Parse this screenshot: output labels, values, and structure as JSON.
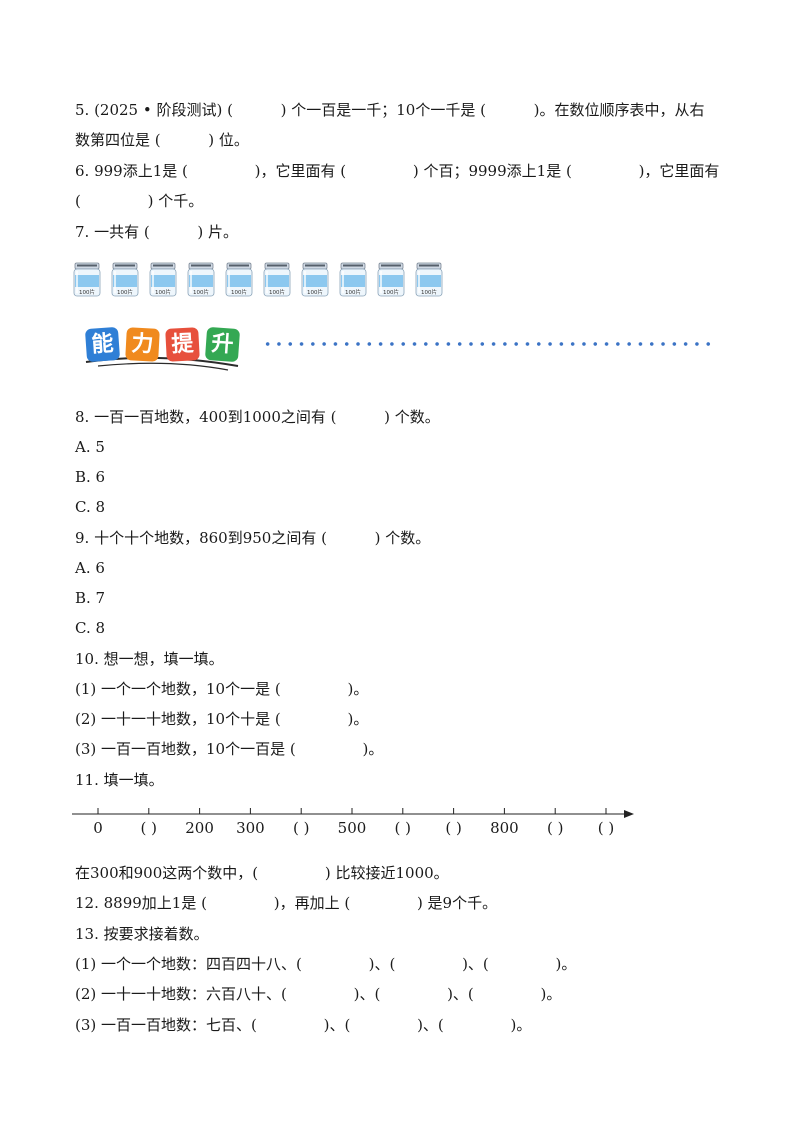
{
  "questions": {
    "q5_l1": "5. (2025 • 阶段测试) (          ) 个一百是一千；10个一千是 (          )。在数位顺序表中，从右",
    "q5_l2": "数第四位是 (          ) 位。",
    "q6_l1": "6. 999添上1是 (              )，它里面有 (              ) 个百；9999添上1是 (              )，它里面有",
    "q6_l2": "(              ) 个千。",
    "q7": "7. 一共有 (          ) 片。",
    "q8": "8. 一百一百地数，400到1000之间有 (          ) 个数。",
    "q8_options": [
      "A. 5",
      "B. 6",
      "C. 8"
    ],
    "q9": "9. 十个十个地数，860到950之间有 (          ) 个数。",
    "q9_options": [
      "A. 6",
      "B. 7",
      "C. 8"
    ],
    "q10": "10. 想一想，填一填。",
    "q10_1": "(1) 一个一个地数，10个一是 (              )。",
    "q10_2": "(2) 一十一十地数，10个十是 (              )。",
    "q10_3": "(3) 一百一百地数，10个一百是 (              )。",
    "q11": "11. 填一填。",
    "q11_after": "在300和900这两个数中，(              ) 比较接近1000。",
    "q12": "12. 8899加上1是 (              )，再加上 (              ) 是9个千。",
    "q13": "13. 按要求接着数。",
    "q13_1": "(1) 一个一个地数：四百四十八、(              )、(              )、(              )。",
    "q13_2": "(2) 一十一十地数：六百八十、(              )、(              )、(              )。",
    "q13_3": "(3) 一百一百地数：七百、(              )、(              )、(              )。"
  },
  "jar_label": "100片",
  "jar_count": 10,
  "banner": {
    "chars": [
      "能",
      "力",
      "提",
      "升"
    ],
    "colors": [
      "#2f7fd6",
      "#f08a1e",
      "#e7503c",
      "#34a853"
    ]
  },
  "number_line": {
    "labels": [
      "0",
      "(   )",
      "200",
      "300",
      "(   )",
      "500",
      "(   )",
      "(   )",
      "800",
      "(   )",
      "(   )"
    ]
  }
}
